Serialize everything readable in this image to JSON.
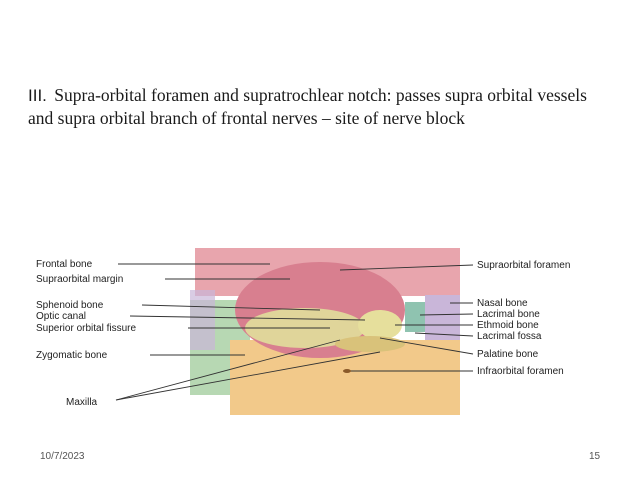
{
  "slide": {
    "item_number": "III.",
    "body_text": "Supra-orbital foramen and supratrochlear notch: passes supra orbital vessels and supra orbital branch of frontal nerves – site of nerve block"
  },
  "figure": {
    "labels_left": [
      "Frontal bone",
      "Supraorbital margin",
      "Sphenoid bone",
      "Optic canal",
      "Superior orbital fissure",
      "Zygomatic bone",
      "Maxilla"
    ],
    "labels_right": [
      "Supraorbital foramen",
      "Nasal bone",
      "Lacrimal bone",
      "Ethmoid bone",
      "Lacrimal fossa",
      "Palatine bone",
      "Infraorbital foramen"
    ],
    "colors": {
      "frontal": "#e8a5ad",
      "orbit_interior": "#d87f8f",
      "sphenoid": "#e0d59a",
      "zygomatic": "#b7d8b3",
      "maxilla": "#f2c98a",
      "nasal": "#c9b6d9",
      "ethmoid": "#e6df9c",
      "lacrimal": "#8fc3b0",
      "palatine": "#d9c27a"
    }
  },
  "footer": {
    "date": "10/7/2023",
    "page_number": "15"
  }
}
